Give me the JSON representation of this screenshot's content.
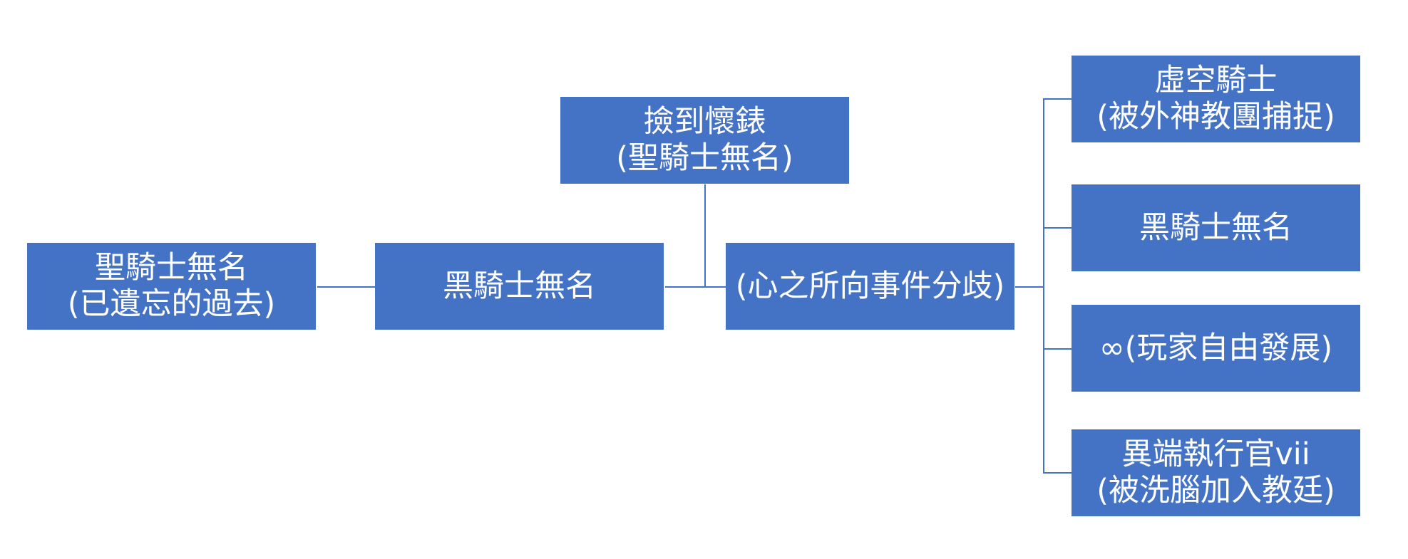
{
  "nodes": {
    "holy_knight": {
      "line1": "聖騎士無名",
      "line2": "(已遺忘的過去)"
    },
    "black_knight": {
      "line1": "黑騎士無名"
    },
    "pocket_watch": {
      "line1": "撿到懷錶",
      "line2": "(聖騎士無名)"
    },
    "heart_branch": {
      "line1": "(心之所向事件分歧)"
    },
    "void_knight": {
      "line1": "虛空騎士",
      "line2": "(被外神教團捕捉)"
    },
    "black_knight_end": {
      "line1": "黑騎士無名"
    },
    "infinity": {
      "line1": "∞(玩家自由發展)"
    },
    "heretic_executor": {
      "line1": "異端執行官vii",
      "line2": "(被洗腦加入教廷)"
    }
  },
  "colors": {
    "node_fill": "#4472C4",
    "node_text": "#FFFFFF",
    "connector": "#4472C4"
  }
}
